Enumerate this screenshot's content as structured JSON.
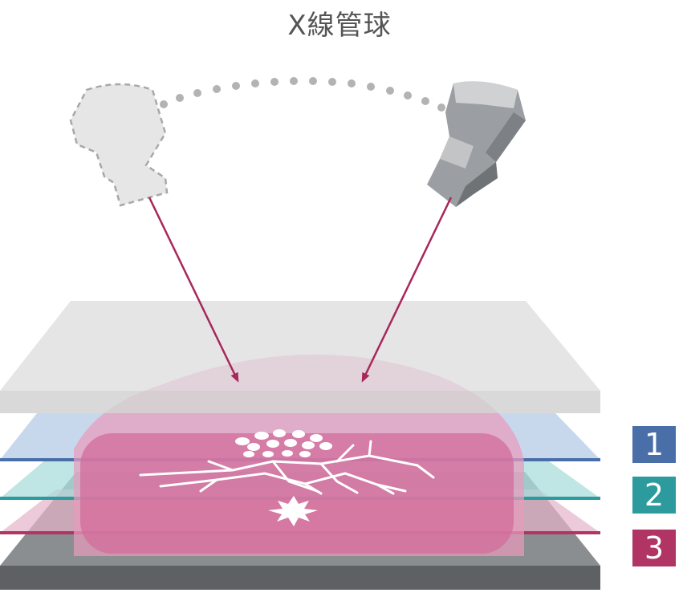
{
  "title": "X線管球",
  "layers": [
    {
      "label": "1",
      "color": "#4a6fa8"
    },
    {
      "label": "2",
      "color": "#2d9a9d"
    },
    {
      "label": "3",
      "color": "#b03565"
    }
  ],
  "colors": {
    "arrow": "#a8275a",
    "tube_fill": "#9b9fa3",
    "tube_ghost": "#e6e6e6",
    "dots": "#b3b3b3",
    "body_tissue": "#d77ca4",
    "top_plate": "#e2e2e2",
    "bottom_plate": "#6f7275"
  }
}
